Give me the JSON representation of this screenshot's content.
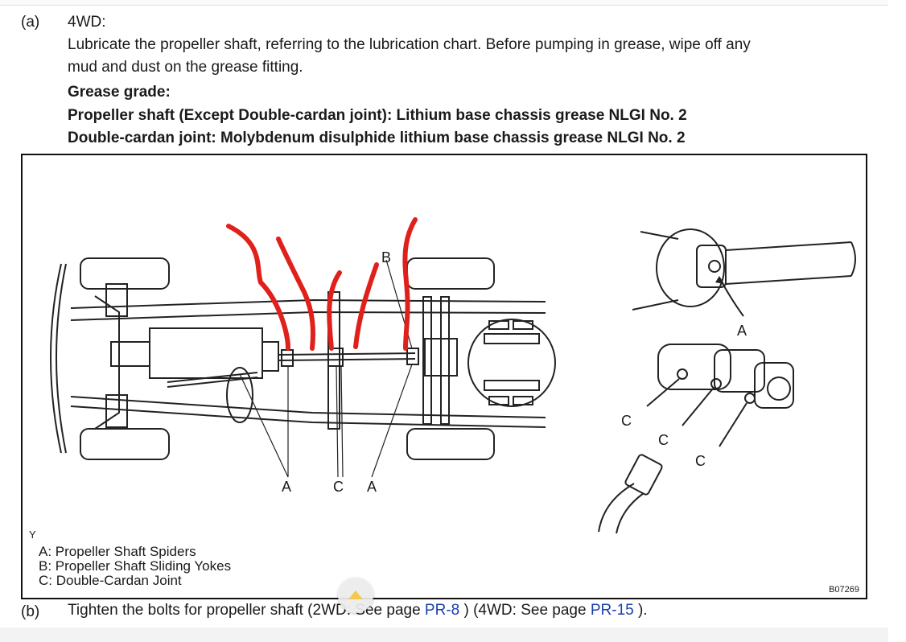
{
  "step_a": {
    "label": "(a)",
    "heading": "4WD:",
    "instruction_line1": "Lubricate the propeller shaft, referring to the lubrication chart. Before pumping in grease, wipe off any",
    "instruction_line2": "mud and dust on the grease fitting.",
    "grease_grade_label": "Grease grade:",
    "grade_line1": "Propeller shaft (Except Double-cardan joint): Lithium base chassis grease NLGI No. 2",
    "grade_line2": "Double-cardan joint: Molybdenum disulphide lithium base chassis grease NLGI No. 2"
  },
  "figure": {
    "corner_code": "Y",
    "figure_id": "B07269",
    "callouts": {
      "b_top": "B",
      "a_left": "A",
      "c_middle": "C",
      "a_right": "A",
      "a_detail": "A",
      "c_detail_1": "C",
      "c_detail_2": "C",
      "c_detail_3": "C"
    },
    "legend": [
      "A: Propeller Shaft Spiders",
      "B: Propeller Shaft Sliding Yokes",
      "C:  Double-Cardan Joint"
    ],
    "annotation_color": "#e0201b"
  },
  "step_b": {
    "label": "(b)",
    "text_before": "Tighten the bolts for propeller shaft (2WD: See page ",
    "link1": "PR-8",
    "text_middle": " ) (4WD: See page ",
    "link2": "PR-15",
    "text_after": " )."
  },
  "scroll_button": {
    "icon": "up-arrow-icon"
  }
}
